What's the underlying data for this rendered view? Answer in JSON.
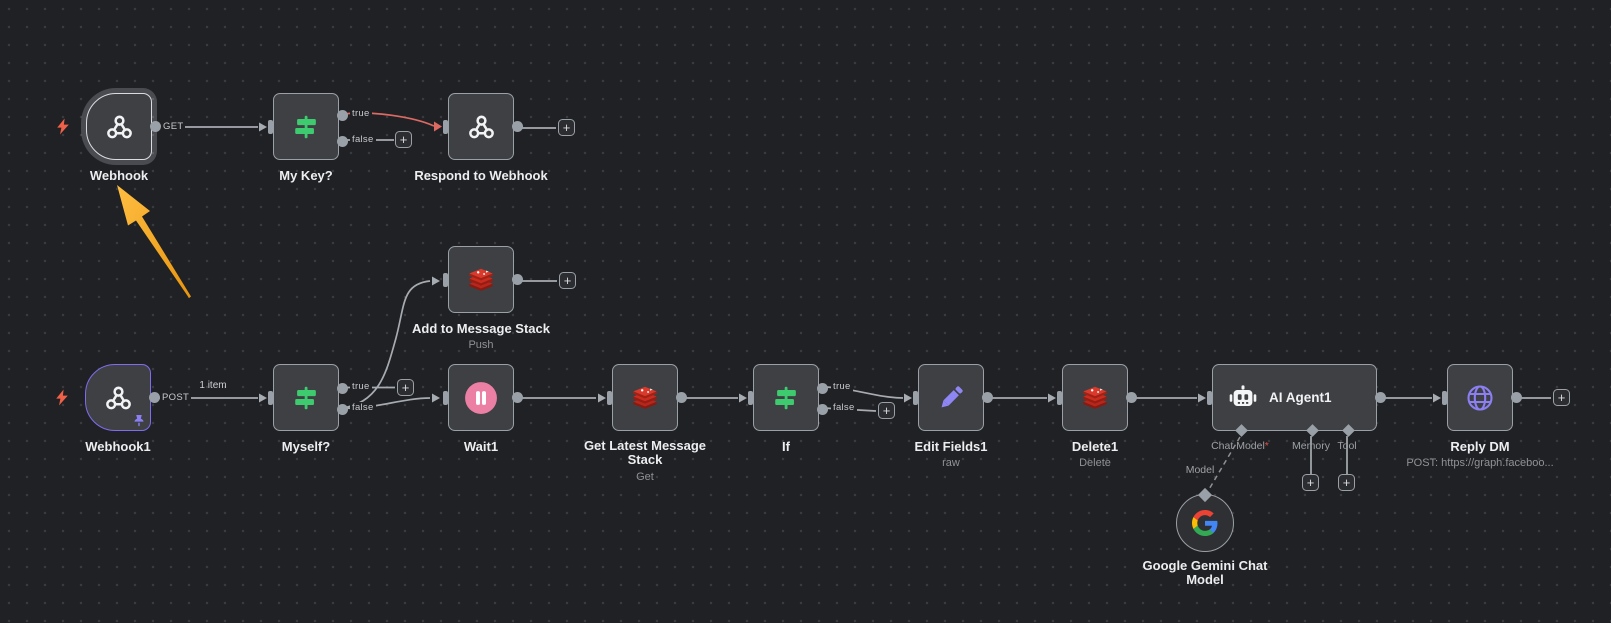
{
  "app": "workflow-editor-canvas",
  "colors": {
    "canvas_bg": "#202124",
    "node_fill": "#3e4043",
    "node_border": "#9aa0a7",
    "connection": "#a7acb2",
    "connection_highlight_red": "#dc6a63",
    "switch_green": "#3ecb70",
    "wait_pink": "#ec7fa4",
    "redis_red": "#d93a2b",
    "purple_accent": "#8b7ff2",
    "pinned_border": "#7d6ef0",
    "trigger_bolt": "#ef6149",
    "annotation_arrow": "#f5a623",
    "required_asterisk": "#e0514a"
  },
  "icons": {
    "plus": "+"
  },
  "wire_labels": {
    "webhook_method": "GET",
    "webhook1_method": "POST",
    "webhook1_items": "1 item"
  },
  "nodes": {
    "webhook": {
      "label": "Webhook",
      "icon": "webhook-icon",
      "selected": true
    },
    "my_key": {
      "label": "My Key?",
      "icon": "switch-icon",
      "output_true": "true",
      "output_false": "false"
    },
    "respond_to_webhook": {
      "label": "Respond to Webhook",
      "icon": "webhook-icon"
    },
    "add_to_message_stack": {
      "label": "Add to Message Stack",
      "subtitle": "Push",
      "icon": "redis-icon"
    },
    "webhook1": {
      "label": "Webhook1",
      "icon": "webhook-icon",
      "pinned": true
    },
    "myself": {
      "label": "Myself?",
      "icon": "switch-icon",
      "output_true": "true",
      "output_false": "false"
    },
    "wait1": {
      "label": "Wait1",
      "icon": "pause-icon"
    },
    "get_latest_message_stack": {
      "label": "Get Latest Message Stack",
      "subtitle": "Get",
      "icon": "redis-icon"
    },
    "if": {
      "label": "If",
      "icon": "switch-icon",
      "output_true": "true",
      "output_false": "false"
    },
    "edit_fields1": {
      "label": "Edit Fields1",
      "subtitle": "raw",
      "icon": "pencil-icon"
    },
    "delete1": {
      "label": "Delete1",
      "subtitle": "Delete",
      "icon": "redis-icon"
    },
    "ai_agent1": {
      "label": "AI Agent1",
      "icon": "robot-icon",
      "port_chat_model": "Chat Model",
      "required_marker": "*",
      "port_memory": "Memory",
      "port_tool": "Tool"
    },
    "google_gemini_chat_model": {
      "label": "Google Gemini Chat Model",
      "icon": "google-icon",
      "port_model": "Model"
    },
    "reply_dm": {
      "label": "Reply DM",
      "subtitle": "POST: https://graph.faceboo...",
      "icon": "globe-icon"
    }
  }
}
